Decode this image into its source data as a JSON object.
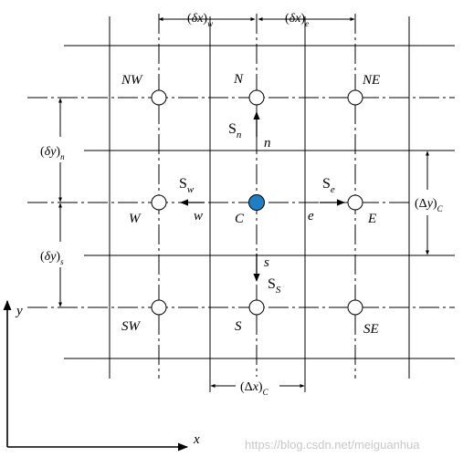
{
  "nodes": {
    "nw": "NW",
    "n": "N",
    "ne": "NE",
    "w": "W",
    "c": "C",
    "e": "E",
    "sw": "SW",
    "s": "S",
    "se": "SE"
  },
  "faces": {
    "n": "n",
    "s": "s",
    "w": "w",
    "e": "e"
  },
  "vectors": {
    "n": {
      "base": "S",
      "sub": "n"
    },
    "s": {
      "base": "S",
      "sub": "S"
    },
    "w": {
      "base": "S",
      "sub": "w"
    },
    "e": {
      "base": "S",
      "sub": "e"
    }
  },
  "dimensions": {
    "dx_w": {
      "open": "(",
      "sym": "δ",
      "var": "x",
      "close": ")",
      "sub": "w"
    },
    "dx_e": {
      "open": "(",
      "sym": "δ",
      "var": "x",
      "close": ")",
      "sub": "e"
    },
    "dy_n": {
      "open": "(",
      "sym": "δ",
      "var": "y",
      "close": ")",
      "sub": "n"
    },
    "dy_s": {
      "open": "(",
      "sym": "δ",
      "var": "y",
      "close": ")",
      "sub": "s"
    },
    "Dy_C": {
      "open": "(",
      "sym": "Δ",
      "var": "y",
      "close": ")",
      "sub": "C"
    },
    "Dx_C": {
      "open": "(",
      "sym": "Δ",
      "var": "x",
      "close": ")",
      "sub": "C"
    }
  },
  "axes": {
    "x": "x",
    "y": "y"
  },
  "watermark": "https://blog.csdn.net/meiguanhua",
  "colors": {
    "center_node": "#1f7fc4",
    "node_fill": "#ffffff",
    "line": "#000000"
  }
}
